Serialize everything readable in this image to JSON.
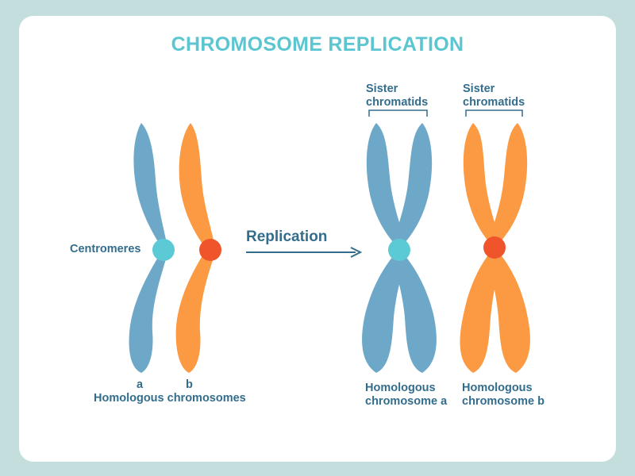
{
  "title": "CHROMOSOME REPLICATION",
  "labels": {
    "centromeres": "Centromeres",
    "replication": "Replication",
    "a": "a",
    "b": "b",
    "homologous_chromosomes": "Homologous chromosomes",
    "sister_a": [
      "Sister",
      "chromatids"
    ],
    "sister_b": [
      "Sister",
      "chromatids"
    ],
    "homologous_a": [
      "Homologous",
      "chromosome a"
    ],
    "homologous_b": [
      "Homologous",
      "chromosome b"
    ]
  },
  "colors": {
    "background": "#c3dedc",
    "title": "#5cc6d0",
    "text": "#336d8c",
    "chromosome_a": "#6ea8c8",
    "chromosome_b": "#fb9a42",
    "centromere_a": "#5ccad4",
    "centromere_b": "#f0542a"
  }
}
